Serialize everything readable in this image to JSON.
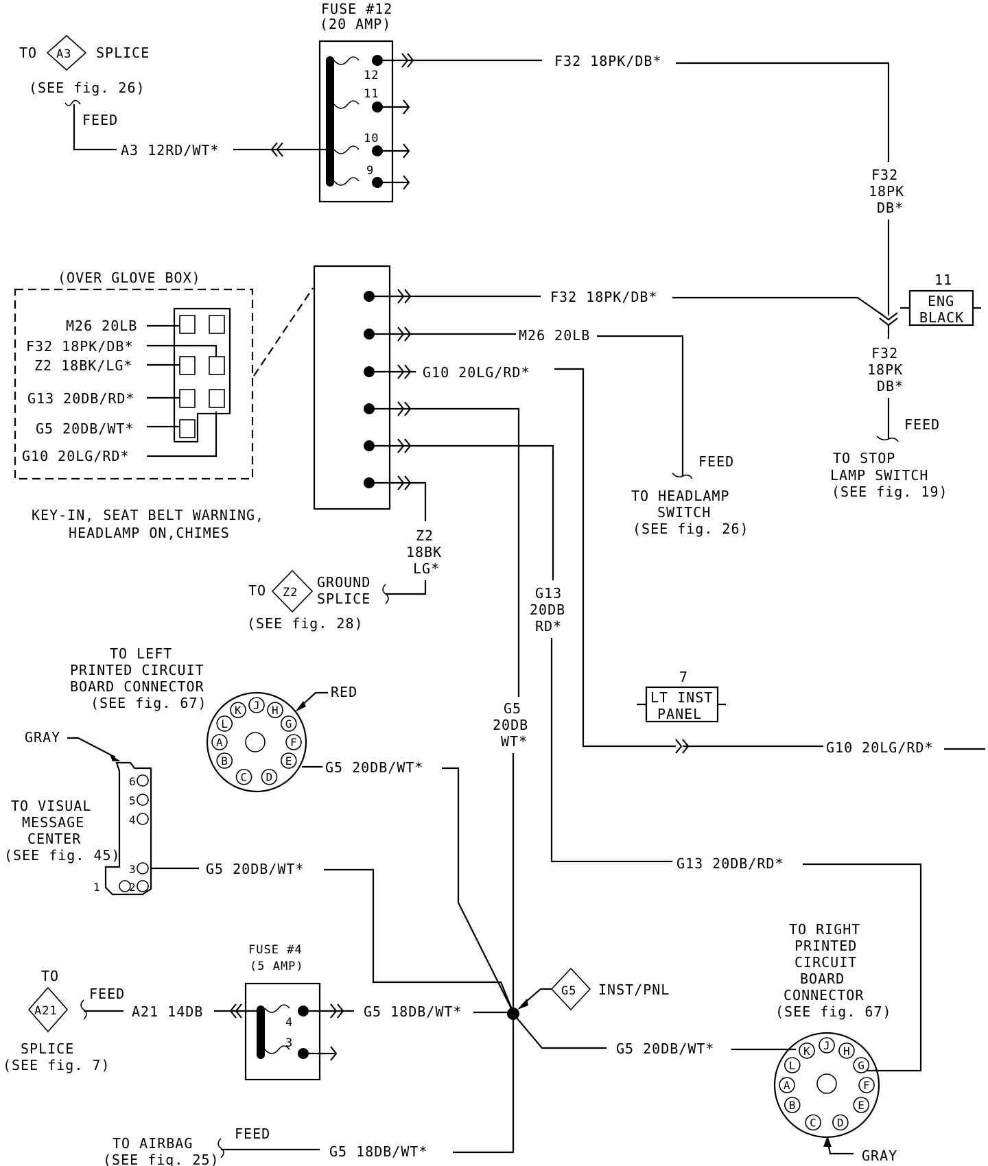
{
  "fuse12": {
    "title": "FUSE #12",
    "rating": "(20 AMP)",
    "pins": [
      "12",
      "11",
      "10",
      "9"
    ]
  },
  "a3_splice": {
    "to": "TO",
    "id": "A3",
    "label": "SPLICE",
    "see": "(SEE fig. 26)",
    "feed": "FEED",
    "wire": "A3 12RD/WT*"
  },
  "f32_top": {
    "wire": "F32 18PK/DB*",
    "vert": [
      "F32",
      "18PK",
      "DB*"
    ]
  },
  "glovebox": {
    "title": "(OVER GLOVE BOX)",
    "wires": [
      "M26 20LB",
      "F32 18PK/DB*",
      "Z2 18BK/LG*",
      "G13 20DB/RD*",
      "G5 20DB/WT*",
      "G10 20LG/RD*"
    ],
    "caption": [
      "KEY-IN, SEAT BELT WARNING,",
      "HEADLAMP ON,CHIMES"
    ]
  },
  "module_wires": {
    "f32": "F32 18PK/DB*",
    "m26": "M26 20LB",
    "g10": "G10 20LG/RD*"
  },
  "eng_black": {
    "num": "11",
    "line1": "ENG",
    "line2": "BLACK"
  },
  "f32_lower": {
    "vert": [
      "F32",
      "18PK",
      "DB*"
    ],
    "feed": "FEED",
    "dest": [
      "TO STOP",
      "LAMP SWITCH",
      "(SEE fig. 19)"
    ]
  },
  "headlamp": {
    "feed": "FEED",
    "dest": [
      "TO HEADLAMP",
      "SWITCH",
      "(SEE fig. 26)"
    ]
  },
  "z2": {
    "vert": [
      "Z2",
      "18BK",
      "LG*"
    ],
    "to": "TO",
    "id": "Z2",
    "label": [
      "GROUND",
      "SPLICE"
    ],
    "see": "(SEE fig. 28)"
  },
  "g13_vert": [
    "G13",
    "20DB",
    "RD*"
  ],
  "g5_vert": [
    "G5",
    "20DB",
    "WT*"
  ],
  "lt_inst": {
    "num": "7",
    "line1": "LT INST",
    "line2": "PANEL"
  },
  "g10_right": "G10 20LG/RD*",
  "g13_right": "G13 20DB/RD*",
  "left_pcb": {
    "title": [
      "TO LEFT",
      "PRINTED CIRCUIT",
      "BOARD CONNECTOR",
      "(SEE fig. 67)"
    ],
    "color": "RED",
    "pins": [
      "K",
      "J",
      "H",
      "G",
      "F",
      "E",
      "D",
      "C",
      "B",
      "A",
      "L"
    ],
    "wire": "G5 20DB/WT*"
  },
  "vmc": {
    "color": "GRAY",
    "title": [
      "TO VISUAL",
      "MESSAGE",
      "CENTER",
      "(SEE fig. 45)"
    ],
    "pins": [
      "6",
      "5",
      "4",
      "3",
      "2",
      "1"
    ],
    "wire": "G5 20DB/WT*"
  },
  "fuse4": {
    "title": "FUSE #4",
    "rating": "(5 AMP)",
    "pins": [
      "4",
      "3"
    ]
  },
  "a21": {
    "to": "TO",
    "id": "A21",
    "label": "SPLICE",
    "see": "(SEE fig. 7)",
    "feed": "FEED",
    "wire": "A21 14DB"
  },
  "g5_fuse_out": "G5 18DB/WT*",
  "ground": {
    "id": "G5",
    "label": "INST/PNL"
  },
  "g5_right": "G5 20DB/WT*",
  "right_pcb": {
    "title": [
      "TO RIGHT",
      "PRINTED",
      "CIRCUIT",
      "BOARD",
      "CONNECTOR",
      "(SEE fig. 67)"
    ],
    "color": "GRAY",
    "pins": [
      "K",
      "J",
      "H",
      "G",
      "F",
      "E",
      "D",
      "C",
      "B",
      "A",
      "L"
    ]
  },
  "airbag": {
    "dest": [
      "TO AIRBAG",
      "(SEE fig. 25)"
    ],
    "feed": "FEED",
    "wire": "G5 18DB/WT*"
  }
}
